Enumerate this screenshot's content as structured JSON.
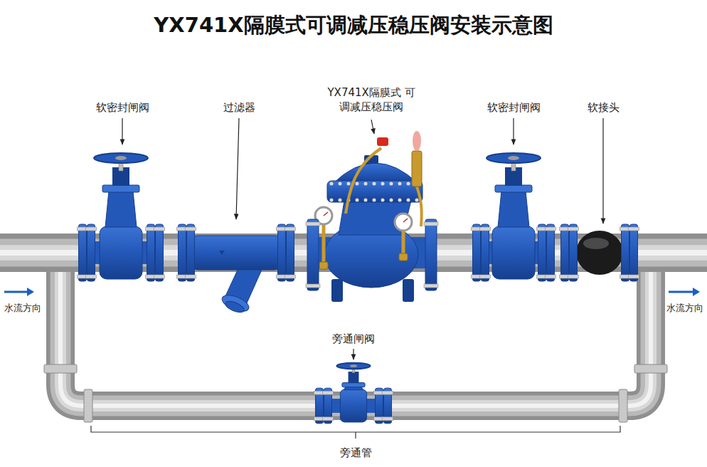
{
  "diagram": {
    "title": "YX741X隔膜式可调减压稳压阀安装示意图",
    "labels": [
      "软密封闸阀",
      "过滤器",
      "YX741X隔膜式 可调减压稳压阀",
      "软密封闸阀",
      "软接头",
      "水流方向",
      "水流方向",
      "旁通闸阀",
      "旁通管"
    ]
  }
}
